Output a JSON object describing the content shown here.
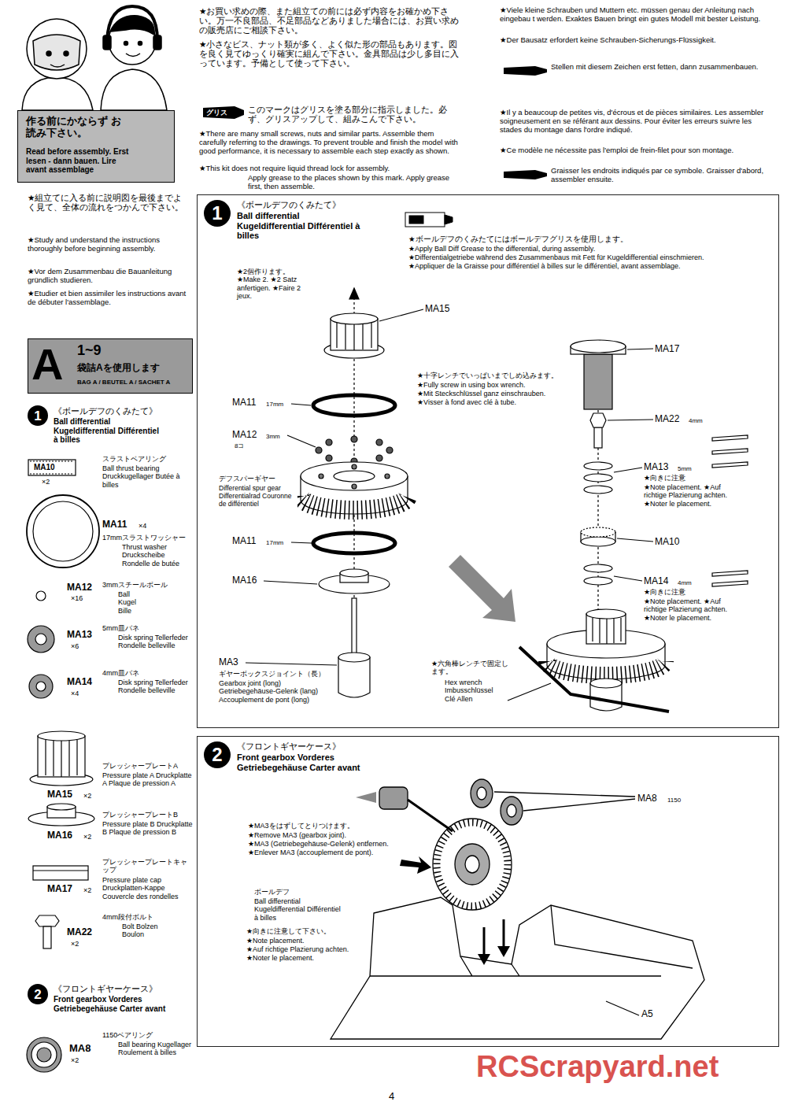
{
  "diagram": {
    "nodes": [
      {
        "text": [
          "作る前にかならず お読み下さい。",
          "Read before assembly. Erst lesen - dann bauen. Lire avant assemblage"
        ]
      },
      {
        "text": [
          "A",
          "1~9",
          "袋詰Aを使用します",
          "BAG A / BEUTEL A / SACHET A"
        ]
      },
      {
        "text": [
          "1"
        ]
      },
      {
        "text": [
          "2"
        ]
      },
      {
        "text": [
          "《ボールデフのくみたて》",
          "Ball differential Kugeldifferential Différentiel à billes",
          "★2個作ります。 ★Make 2. ★2 Satz anfertigen. ★Faire 2 jeux."
        ]
      },
      {
        "text": [
          "1"
        ],
        "in": 4
      },
      {
        "text": [
          "《フロントギヤーケース》",
          "Front gearbox Vorderes Getriebegehäuse Carter avant"
        ]
      },
      {
        "text": [
          "2"
        ],
        "in": 6
      },
      {
        "text": [
          "グリス"
        ]
      }
    ],
    "labels": [
      "★お買い求めの際、また組立ての前には必ず内容をお確かめ下さい。万一不良部品、不足部品などありました場合には、お買い求めの販売店にご相談下さい。",
      "★小さなビス、ナット類が多く、よく似た形の部品もあります。図を良く見てゆっくり確実に組んで下さい。金具部品は少し多目に入っています。予備として使って下さい。",
      "このマークはグリスを塗る部分に指示しました。必ず、グリスアップして、組みこんで下さい。",
      "★There are many small screws, nuts and similar parts. Assemble them carefully referring to the drawings. To prevent trouble and finish the model with good performance, it is necessary to assemble each step exactly as shown.",
      "★This kit does not require liquid thread lock for assembly.",
      "Apply grease to the places shown by this mark. Apply grease first, then assemble.",
      "★Viele kleine Schrauben und Muttern etc. müssen genau der Anleitung nach eingebau t werden. Exaktes Bauen bringt ein gutes Modell mit bester Leistung.",
      "★Der Bausatz erfordert keine Schrauben-Sicherungs-Flüssigkeit.",
      "Stellen mit diesem Zeichen erst fetten, dann zusammenbauen.",
      "★Il y a beaucoup de petites vis, d'écrous et de pièces similaires. Les assembler soigneusement en se référant aux dessins. Pour éviter les erreurs suivre les stades du montage dans l'ordre indiqué.",
      "★Ce modèle ne nécessite pas l'emploi de frein-filet pour son montage.",
      "Graisser les endroits indiqués par ce symbole. Graisser d'abord, assembler ensuite.",
      "★組立てに入る前に説明図を最後までよく見て、全体の流れをつかんで下さい。",
      "★Study and understand the instructions thoroughly before beginning assembly.",
      "★Vor dem Zusammenbau die Bauanleitung gründlich studieren.",
      "★Etudier et bien assimiler les instructions avant de débuter l'assemblage.",
      "《ボールデフのくみたて》",
      "Ball differential Kugeldifferential Différentiel à billes",
      "MA10",
      "×2",
      "スラストベアリング",
      "Ball thrust bearing Druckkugellager Butée à billes",
      "MA11",
      "×4",
      "17mmスラストワッシャー",
      "Thrust washer Druckscheibe Rondelle de butée",
      "MA12",
      "×16",
      "3mmスチールボール",
      "Ball Kugel Bille",
      "MA13",
      "×6",
      "5mm皿バネ",
      "Disk spring Tellerfeder Rondelle belleville",
      "MA14",
      "×4",
      "4mm皿バネ",
      "Disk spring Tellerfeder Rondelle belleville",
      "MA15",
      "×2",
      "プレッシャープレートA",
      "Pressure plate A Druckplatte A Plaque de pression A",
      "MA16",
      "×2",
      "プレッシャープレートB",
      "Pressure plate B Druckplatte B Plaque de pression B",
      "MA17",
      "×2",
      "プレッシャープレートキャップ",
      "Pressure plate cap Druckplatten-Kappe Couvercle des rondelles",
      "MA22",
      "×2",
      "4mm段付ボルト",
      "Bolt Bolzen Boulon",
      "《フロントギヤーケース》",
      "Front gearbox Vorderes Getriebegehäuse Carter avant",
      "MA8",
      "×2",
      "1150ベアリング",
      "Ball bearing Kugellager Roulement à billes",
      "★ボールデフのくみたてにはボールデフグリスを使用します。",
      "★Apply Ball Diff Grease to the differential, during assembly.",
      "★Differentialgetriebe während des Zusammenbaus mit Fett für Kugeldifferential einschmieren.",
      "★Appliquer de la Graisse pour différentiel à billes sur le différentiel, avant assemblage.",
      "MA15",
      "MA11",
      "17mm",
      "MA12",
      "3mm",
      "8コ",
      "デフスパーギヤー",
      "Differential spur gear Differentialrad Couronne de différentiel",
      "MA11",
      "17mm",
      "MA16",
      "MA3",
      "ギヤーボックスジョイント（長）",
      "Gearbox joint (long) Getriebegehäuse-Gelenk (lang) Accouplement de pont (long)",
      "MA17",
      "★十字レンチでいっぱいまでしめ込みます。",
      "★Fully screw in using box wrench.",
      "★Mit Steckschlüssel ganz einschrauben.",
      "★Visser à fond avec clé à tube.",
      "MA22",
      "4mm",
      "MA13",
      "5mm",
      "★向きに注意",
      "★Note placement. ★Auf richtige Plazierung achten. ★Noter le placement.",
      "MA10",
      "MA14",
      "4mm",
      "★向きに注意",
      "★Note placement. ★Auf richtige Plazierung achten. ★Noter le placement.",
      "★六角棒レンチで固定します。",
      "Hex wrench Imbusschlüssel Clé Allen",
      "MA8",
      "1150",
      "★MA3をはずしてとりつけます。",
      "★Remove MA3 (gearbox joint).",
      "★MA3 (Getriebegehäuse-Gelenk) entfernen.",
      "★Enlever MA3 (accouplement de pont).",
      "ボールデフ",
      "Ball differential Kugeldifferential Différentiel à billes",
      "★向きに注意して下さい。",
      "★Note placement.",
      "★Auf richtige Plazierung achten.",
      "★Noter le placement.",
      "A5",
      "4",
      "RCScrapyard.net"
    ]
  }
}
